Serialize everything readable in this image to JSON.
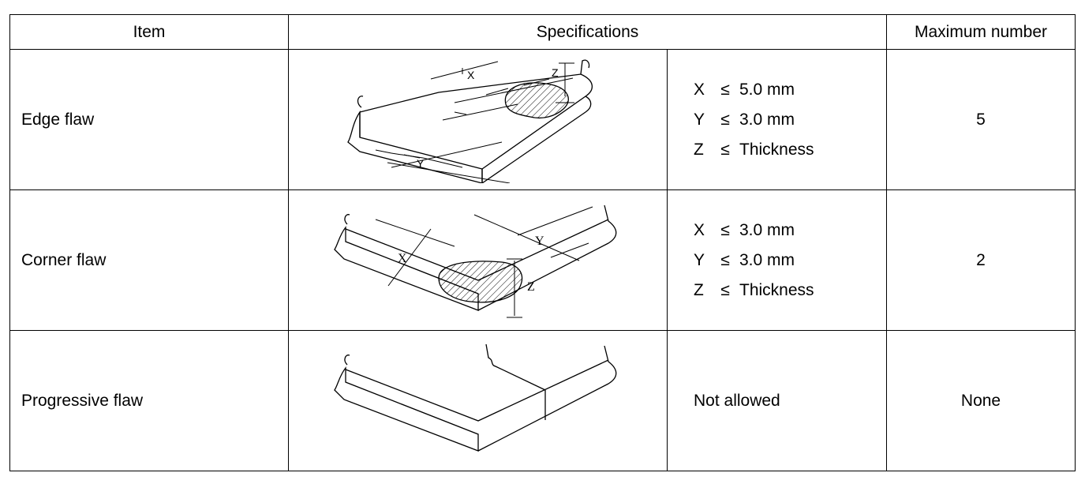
{
  "header": {
    "item": "Item",
    "specifications": "Specifications",
    "maximum": "Maximum number"
  },
  "rows": [
    {
      "item": "Edge flaw",
      "figure": {
        "labels": [
          "X",
          "Y",
          "Z"
        ]
      },
      "limits": [
        {
          "var": "X",
          "op": "≤",
          "value": "5.0 mm"
        },
        {
          "var": "Y",
          "op": "≤",
          "value": "3.0 mm"
        },
        {
          "var": "Z",
          "op": "≤",
          "value": "Thickness"
        }
      ],
      "max": "5"
    },
    {
      "item": "Corner flaw",
      "figure": {
        "labels": [
          "X",
          "Y",
          "Z"
        ]
      },
      "limits": [
        {
          "var": "X",
          "op": "≤",
          "value": "3.0 mm"
        },
        {
          "var": "Y",
          "op": "≤",
          "value": "3.0 mm"
        },
        {
          "var": "Z",
          "op": "≤",
          "value": "Thickness"
        }
      ],
      "max": "2"
    },
    {
      "item": "Progressive flaw",
      "spec": "Not allowed",
      "max": "None"
    }
  ]
}
